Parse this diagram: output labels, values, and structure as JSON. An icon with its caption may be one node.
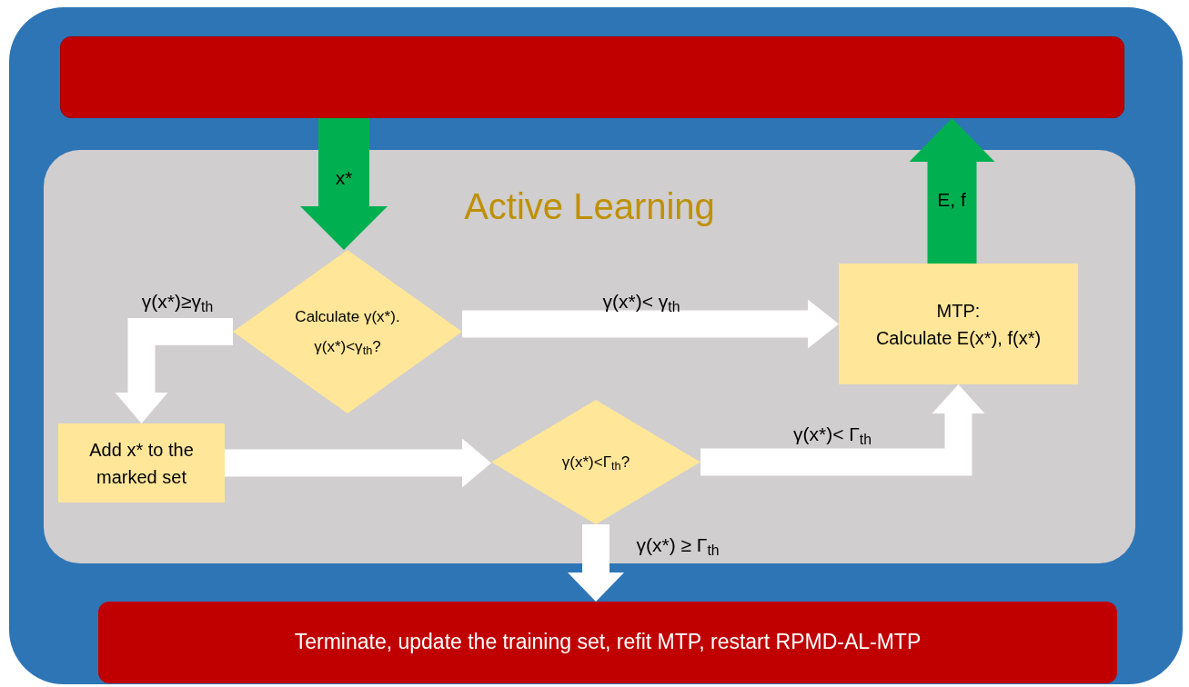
{
  "diagram": {
    "nodes": [
      {
        "text": [],
        "shape": "box"
      },
      {
        "text": [],
        "shape": "bar",
        "in": 0
      },
      {
        "text": [
          "Active Learning"
        ],
        "in": 0
      },
      {
        "text": [
          "Calculate γ(x*).",
          "γ(x*)<γ$_{th}$?"
        ],
        "in": 2
      },
      {
        "text": [
          "MTP:",
          "Calculate E(x*), f(x*)"
        ],
        "in": 2
      },
      {
        "text": [
          "Add x* to the marked set"
        ],
        "in": 2
      },
      {
        "text": [
          "γ(x*)<Γ$_{th}$?"
        ],
        "in": 2
      },
      {
        "text": [
          "Terminate, update the training set, refit MTP, restart RPMD-AL-MTP"
        ],
        "in": 0
      }
    ],
    "edges": [
      {
        "from": 1,
        "to": 3,
        "arrow": "to",
        "label": "x*",
        "style": "thick",
        "color": "#00b050"
      },
      {
        "from": 4,
        "to": 1,
        "arrow": "to",
        "label": "E, f",
        "style": "thick",
        "color": "#00b050"
      },
      {
        "from": 3,
        "to": 4,
        "arrow": "to",
        "label": "γ(x*)< γ$_{th}$"
      },
      {
        "from": 3,
        "to": 5,
        "arrow": "to",
        "label": "γ(x*)≥γ$_{th}$"
      },
      {
        "from": 5,
        "to": 6,
        "arrow": "to"
      },
      {
        "from": 6,
        "to": 4,
        "arrow": "to",
        "label": "γ(x*)< Γ$_{th}$"
      },
      {
        "from": 6,
        "to": 7,
        "arrow": "to",
        "label": "γ(x*) ≥ Γ$_{th}$"
      }
    ]
  }
}
